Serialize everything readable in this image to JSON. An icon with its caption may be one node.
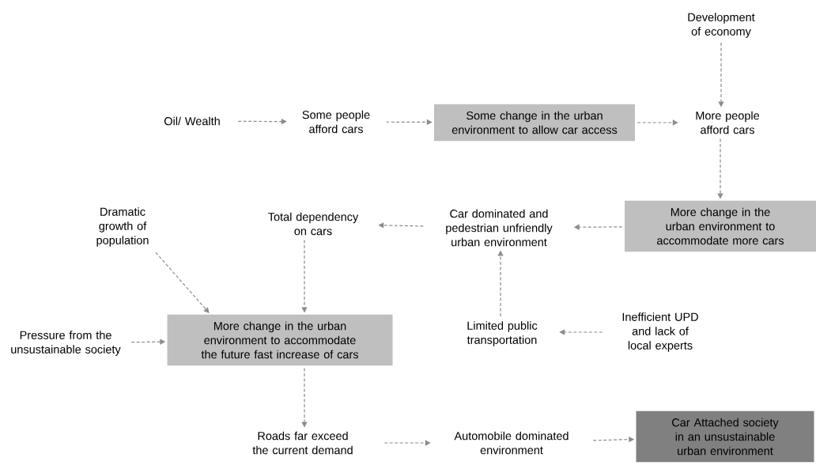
{
  "diagram": {
    "nodes": [
      {
        "text": [
          "Oil/ Wealth"
        ]
      },
      {
        "text": [
          "Some people afford cars"
        ]
      },
      {
        "text": [
          "Some change in the urban environment to allow car access"
        ]
      },
      {
        "text": [
          "Development of economy"
        ]
      },
      {
        "text": [
          "More people afford cars"
        ]
      },
      {
        "text": [
          "More change in the urban environment to accommodate more cars"
        ]
      },
      {
        "text": [
          "Car dominated and pedestrian unfriendly urban environment"
        ]
      },
      {
        "text": [
          "Total dependency on cars"
        ]
      },
      {
        "text": [
          "Dramatic growth of population"
        ]
      },
      {
        "text": [
          "Pressure from the unsustainable society"
        ]
      },
      {
        "text": [
          "More change in the urban environment to accommodate the future fast increase of cars"
        ]
      },
      {
        "text": [
          "Limited public transportation"
        ]
      },
      {
        "text": [
          "Inefficient UPD and lack of local experts"
        ]
      },
      {
        "text": [
          "Roads far exceed the current demand"
        ]
      },
      {
        "text": [
          "Automobile dominated environment"
        ]
      },
      {
        "text": [
          "Car Attached society in an unsustainable urban environment"
        ]
      }
    ],
    "edges": [
      {
        "from": 0,
        "to": 1,
        "arrow": "to"
      },
      {
        "from": 1,
        "to": 2,
        "arrow": "to"
      },
      {
        "from": 2,
        "to": 4,
        "arrow": "to"
      },
      {
        "from": 3,
        "to": 4,
        "arrow": "to"
      },
      {
        "from": 4,
        "to": 5,
        "arrow": "to"
      },
      {
        "from": 5,
        "to": 6,
        "arrow": "to"
      },
      {
        "from": 6,
        "to": 7,
        "arrow": "to"
      },
      {
        "from": 7,
        "to": 10,
        "arrow": "to"
      },
      {
        "from": 8,
        "to": 10,
        "arrow": "to"
      },
      {
        "from": 9,
        "to": 10,
        "arrow": "to"
      },
      {
        "from": 12,
        "to": 11,
        "arrow": "to"
      },
      {
        "from": 11,
        "to": 6,
        "arrow": "to"
      },
      {
        "from": 10,
        "to": 13,
        "arrow": "to"
      },
      {
        "from": 13,
        "to": 14,
        "arrow": "to"
      },
      {
        "from": 14,
        "to": 15,
        "arrow": "to"
      }
    ]
  }
}
